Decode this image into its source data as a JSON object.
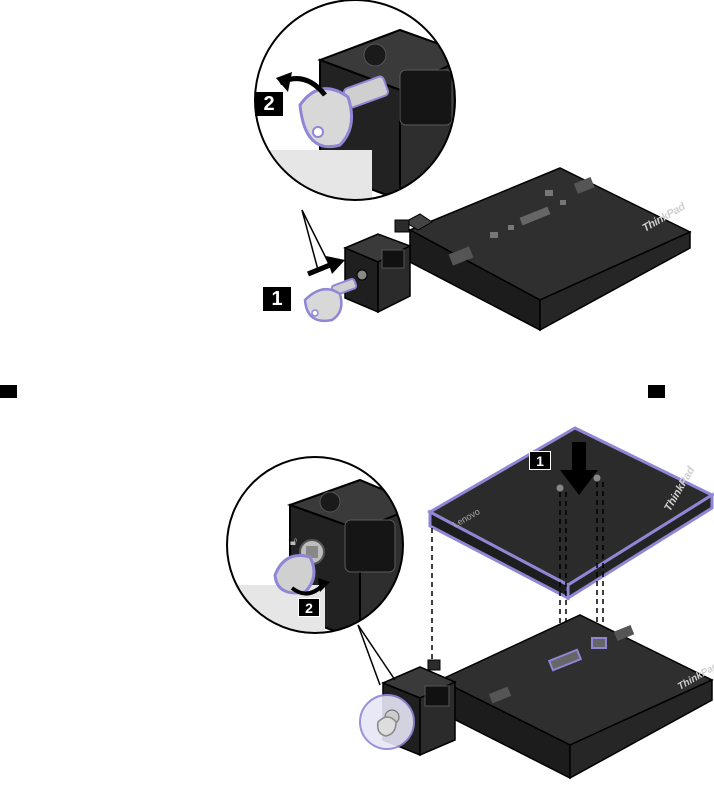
{
  "figure1": {
    "steps": [
      "1",
      "2"
    ],
    "brand_text": "ThinkPad"
  },
  "figure2": {
    "steps": [
      "1",
      "2"
    ],
    "brand_text": "ThinkPad",
    "laptop_lid_logo": "Lenovo"
  },
  "colors": {
    "highlight": "#8f86d6",
    "device_dark": "#2a2a2a",
    "device_mid": "#3b3b3b",
    "device_light": "#5a5a5a",
    "key_fill": "#ffffff"
  },
  "icons": [
    "key-icon",
    "lock-icon",
    "arrow-right-icon",
    "arrow-down-icon",
    "curved-arrow-icon"
  ]
}
